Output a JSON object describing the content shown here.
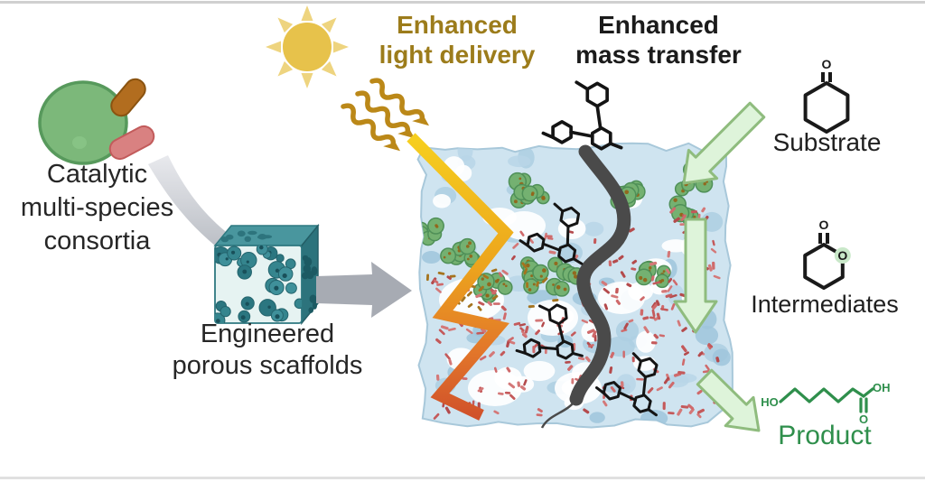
{
  "figure": {
    "type": "scientific-schematic",
    "topic": "Engineered porous scaffolds hosting catalytic multi-species consortia"
  },
  "labels": {
    "consortia_lines": [
      "Catalytic",
      "multi-species",
      "consortia"
    ],
    "scaffold_lines": [
      "Engineered",
      "porous scaffolds"
    ],
    "light_lines": [
      "Enhanced",
      "light delivery"
    ],
    "mass_lines": [
      "Enhanced",
      "mass transfer"
    ],
    "substrate": "Substrate",
    "intermediates": "Intermediates",
    "product": "Product"
  },
  "atoms": {
    "substrate_carbonyl_o": "O",
    "intermediate_carbonyl_o": "O",
    "intermediate_ring_o": "O",
    "product_ho": "HO",
    "product_oh": "OH",
    "product_carbonyl_o": "O"
  },
  "palette": {
    "light_text_gold": "#9c7c1b",
    "mass_text_black": "#1b1b1b",
    "product_green": "#2f8f4c",
    "sun_core": "#e7c24b",
    "sun_rays": "#eed47f",
    "light_path_yellow": "#f6ce1e",
    "light_path_orange": "#e2762a",
    "mass_path_gray": "#4a4a4a",
    "green_arrow_fill": "#def4da",
    "green_arrow_stroke": "#8fbc7e",
    "gray_arrow": "#a7abb3",
    "scaffold_blue": "#cfe4f0",
    "cube_teal": "#35858e",
    "cell_green": "#7cb87a",
    "rod_brown": "#b26d1f",
    "rod_pink": "#d98181",
    "bacteria_red": "#c4595a"
  }
}
